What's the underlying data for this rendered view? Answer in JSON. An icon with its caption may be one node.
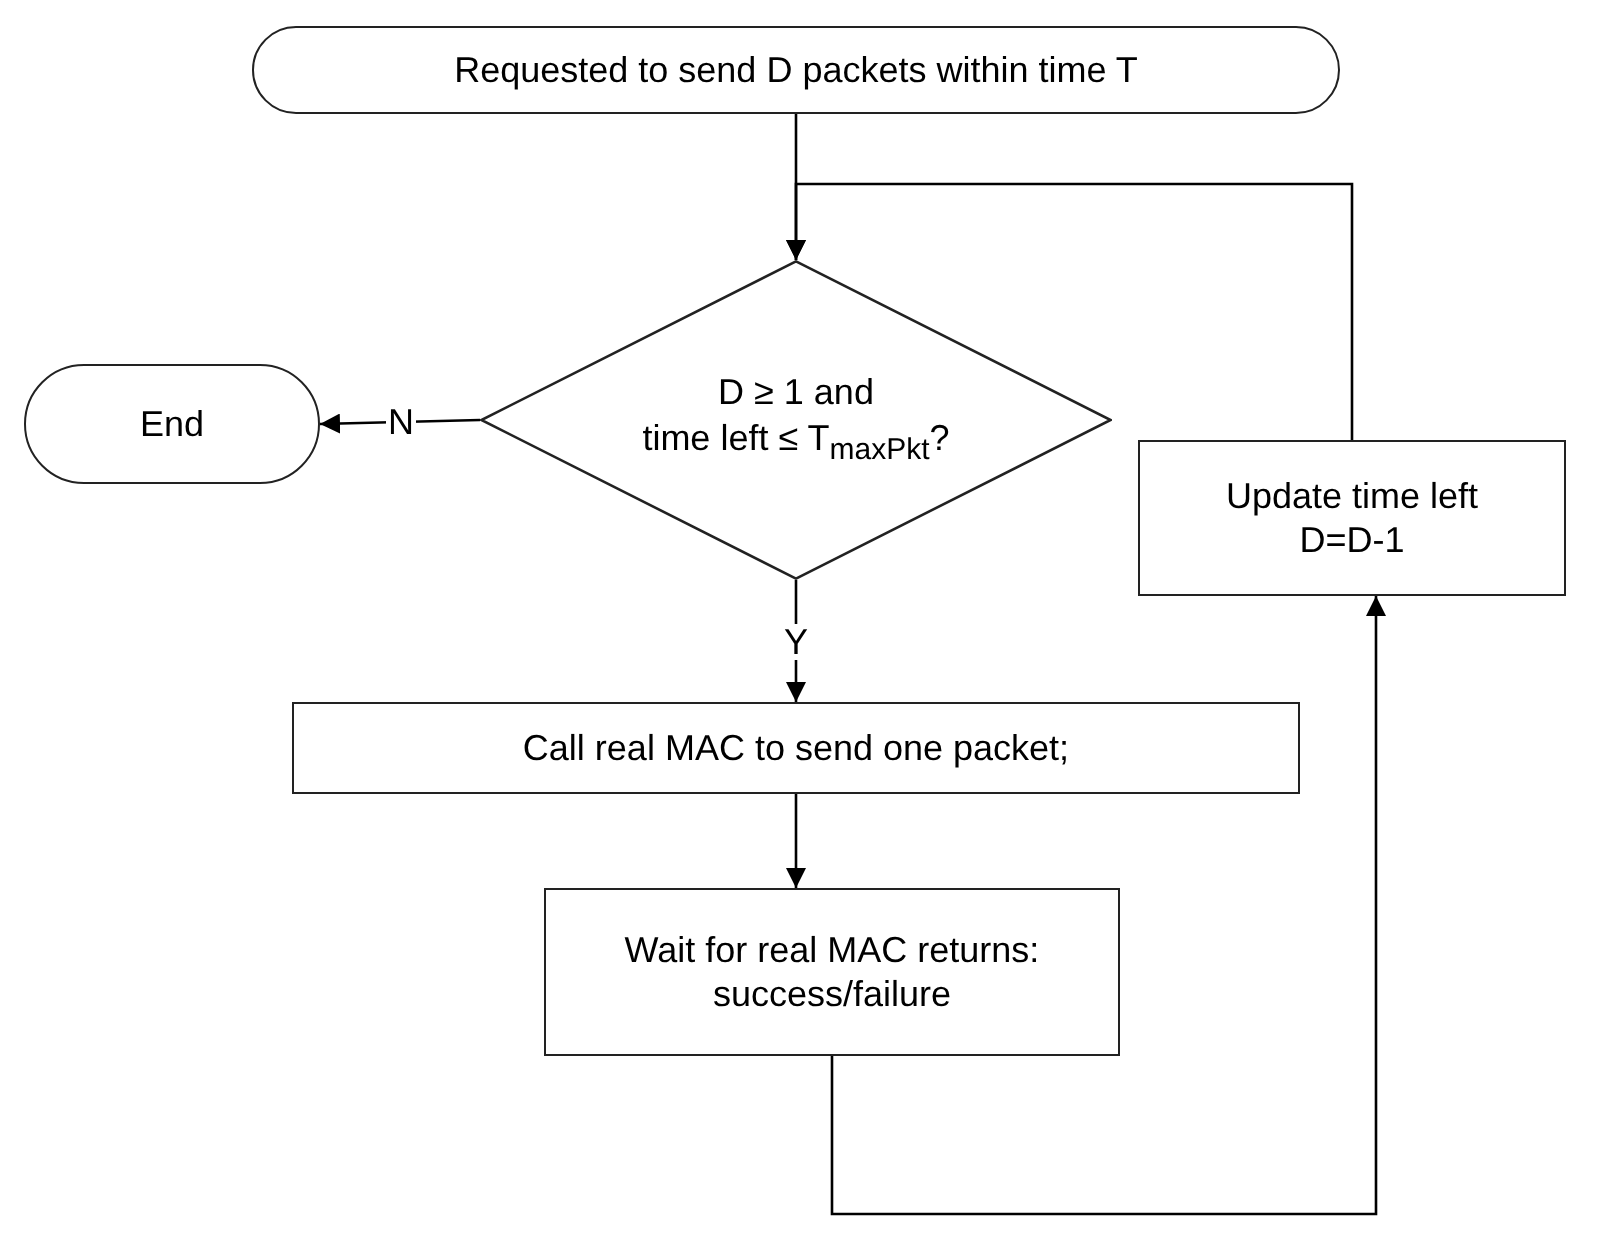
{
  "diagram": {
    "nodes": [
      {
        "text": [
          "Requested to send D packets within time T"
        ]
      },
      {
        "text": [
          "D ≥ 1 and",
          "time left ≤ T$_{maxPkt}$?"
        ]
      },
      {
        "text": [
          "End"
        ]
      },
      {
        "text": [
          "Update time left",
          "D=D-1"
        ]
      },
      {
        "text": [
          "Call real MAC to send one packet;"
        ]
      },
      {
        "text": [
          "Wait for real MAC returns: success/failure"
        ]
      }
    ],
    "edges": [
      {
        "from": 0,
        "to": 1,
        "arrow": "to"
      },
      {
        "from": 1,
        "to": 2,
        "arrow": "to",
        "label": "N"
      },
      {
        "from": 1,
        "to": 4,
        "arrow": "to",
        "label": "Y"
      },
      {
        "from": 4,
        "to": 5,
        "arrow": "to"
      },
      {
        "from": 5,
        "to": 3,
        "arrow": "to"
      },
      {
        "from": 3,
        "to": 1,
        "arrow": "to"
      }
    ]
  }
}
